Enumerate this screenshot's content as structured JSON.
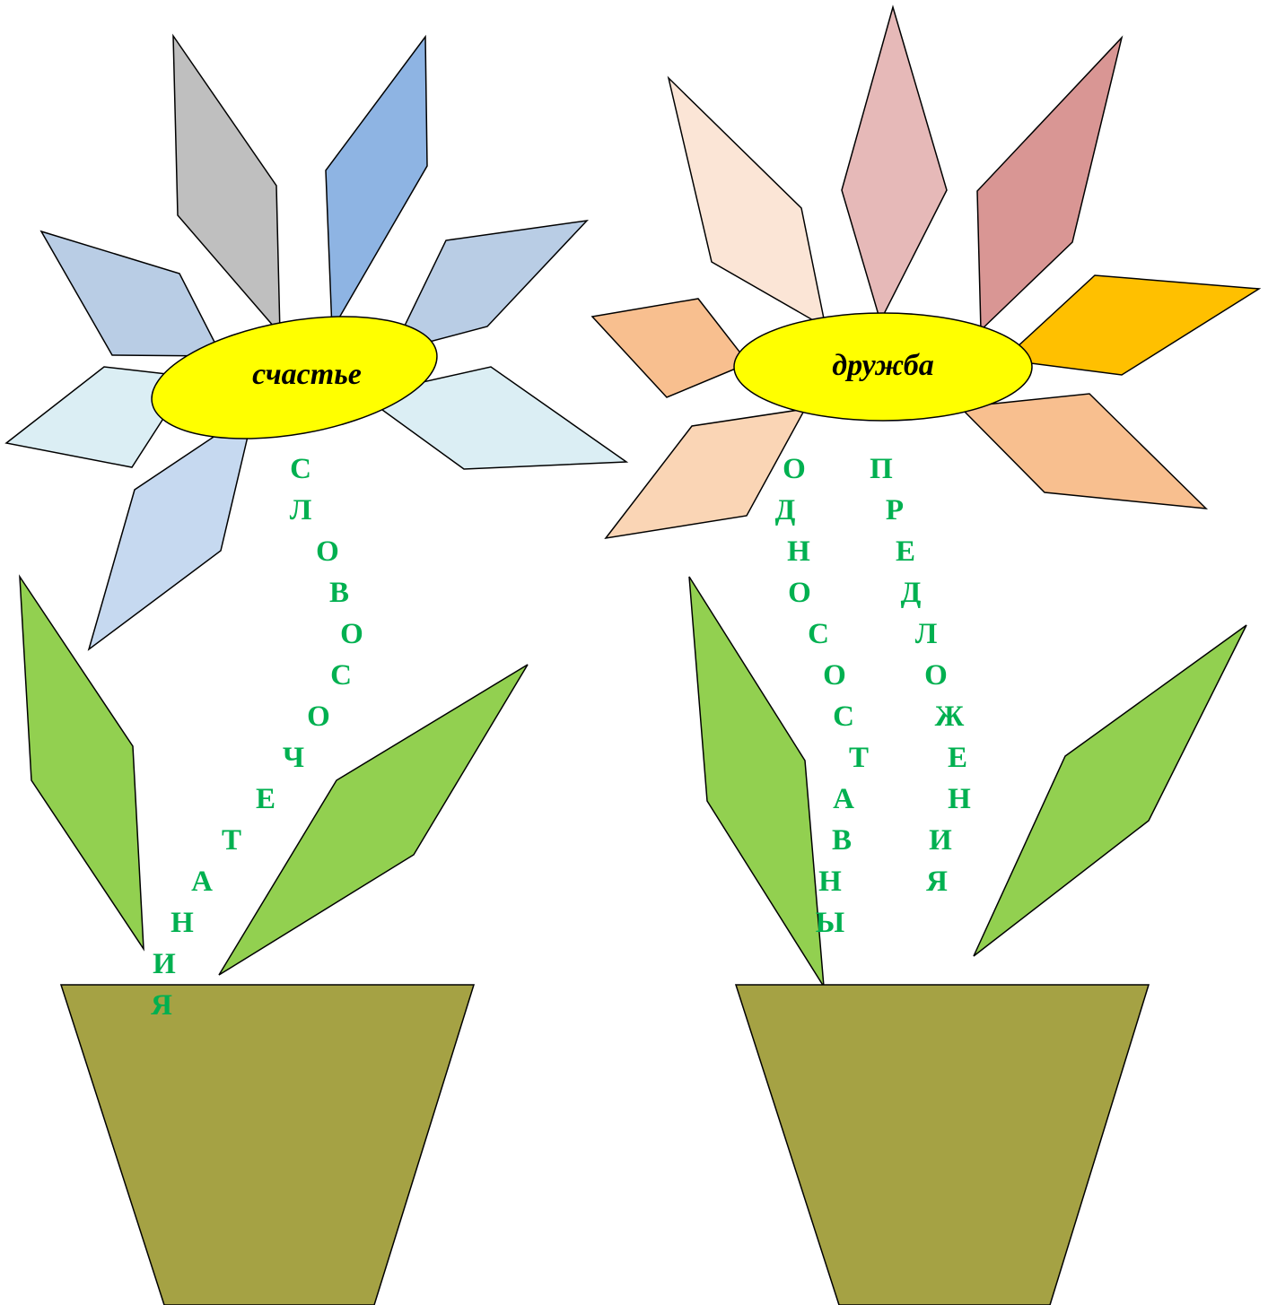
{
  "flowers": [
    {
      "center_word": "счастье",
      "stem_words": [
        "СЛОВОСОЧЕТАНИЯ"
      ],
      "petal_colors": [
        "#bfbfbf",
        "#8eb4e3",
        "#b9cde5",
        "#dbeef4",
        "#b9cde5",
        "#dbeef4",
        "#c6d9f0"
      ]
    },
    {
      "center_word": "дружба",
      "stem_words": [
        "ОДНОСОСТАВНЫ",
        "ПРЕДЛОЖЕНИЯ"
      ],
      "petal_colors": [
        "#fbe5d6",
        "#e6b9b8",
        "#d99694",
        "#ffc000",
        "#f8bf8f",
        "#f8bf8f",
        "#fad5b5"
      ]
    }
  ],
  "colors": {
    "center_fill": "#ffff00",
    "leaf_fill": "#92d050",
    "pot_fill": "#a5a244",
    "letter_color": "#00b050",
    "outline": "#000000"
  }
}
